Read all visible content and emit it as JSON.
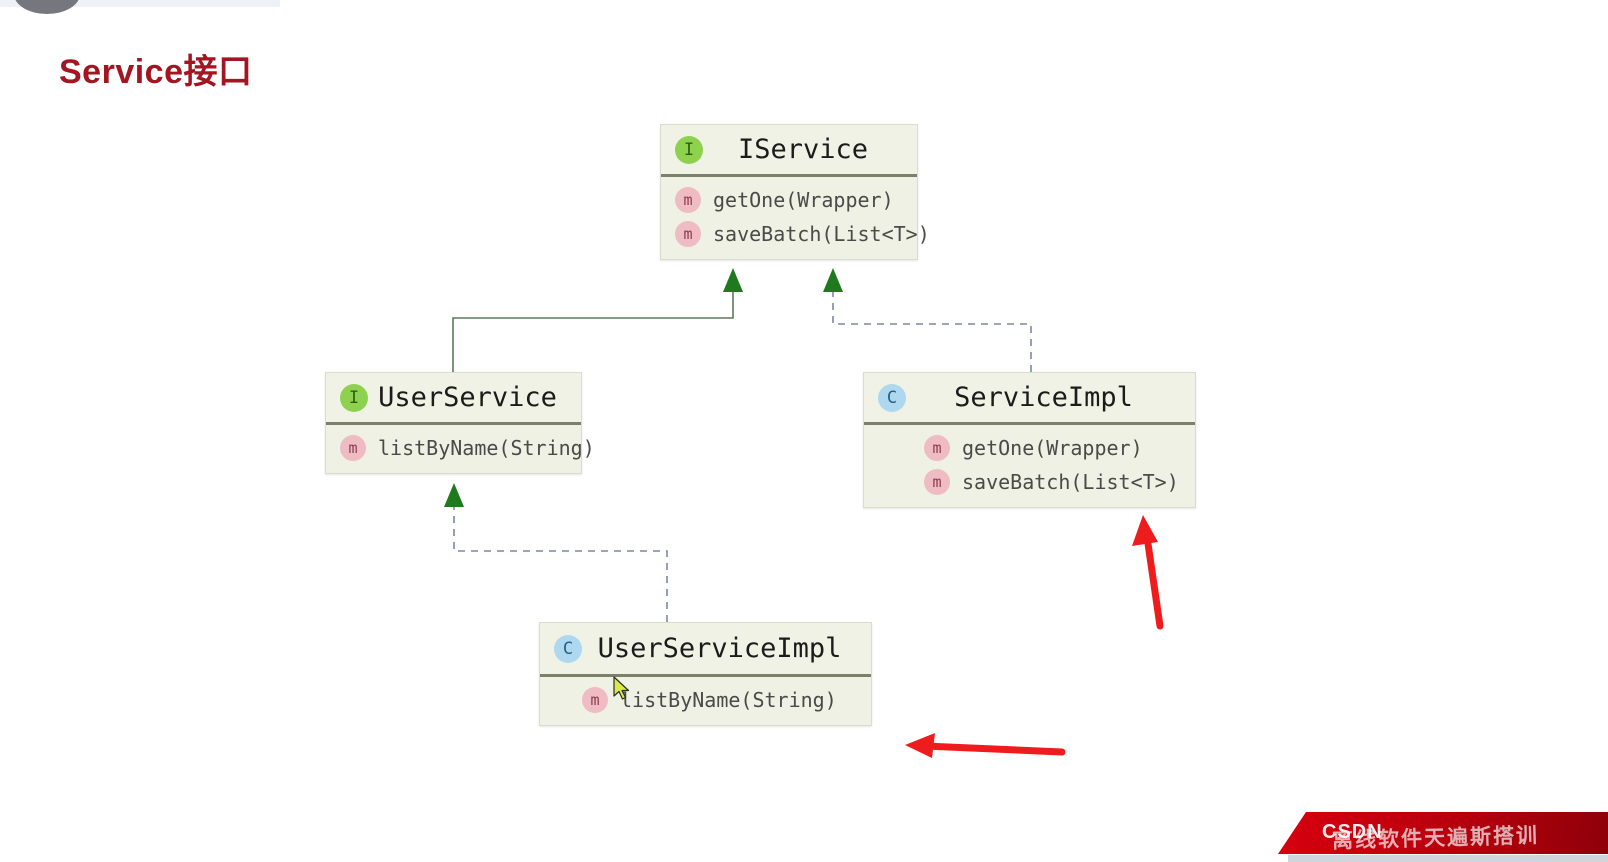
{
  "slide": {
    "title": "Service接口",
    "title_color": "#a31621",
    "background": "#ffffff"
  },
  "palette": {
    "box_fill": "#eef1e3",
    "box_border": "#d9ddcb",
    "header_divider": "#7d8069",
    "interface_badge": "#8ed14f",
    "class_badge": "#add8f0",
    "method_badge": "#efbcc3",
    "inherit_line": "#5c7a5c",
    "realize_line": "#7a8aa0",
    "arrow_head": "#1f7a1f",
    "annotation_arrow": "#ee1c1c"
  },
  "classes": [
    {
      "id": "iservice",
      "name": "IService",
      "stereotype": "interface",
      "badge": "I",
      "badge_icon": "interface-icon",
      "members": [
        {
          "badge": "m",
          "badge_icon": "method-icon",
          "label": "getOne(Wrapper)"
        },
        {
          "badge": "m",
          "badge_icon": "method-icon",
          "label": "saveBatch(List<T>)"
        }
      ]
    },
    {
      "id": "userservice",
      "name": "UserService",
      "stereotype": "interface",
      "badge": "I",
      "badge_icon": "interface-icon",
      "members": [
        {
          "badge": "m",
          "badge_icon": "method-icon",
          "label": "listByName(String)"
        }
      ]
    },
    {
      "id": "serviceimpl",
      "name": "ServiceImpl",
      "stereotype": "class",
      "badge": "C",
      "badge_icon": "class-icon",
      "members": [
        {
          "badge": "m",
          "badge_icon": "method-icon",
          "label": "getOne(Wrapper)"
        },
        {
          "badge": "m",
          "badge_icon": "method-icon",
          "label": "saveBatch(List<T>)"
        }
      ]
    },
    {
      "id": "userserviceimpl",
      "name": "UserServiceImpl",
      "stereotype": "class",
      "badge": "C",
      "badge_icon": "class-icon",
      "members": [
        {
          "badge": "m",
          "badge_icon": "method-icon",
          "label": "listByName(String)"
        }
      ]
    }
  ],
  "relations": [
    {
      "from": "UserService",
      "to": "IService",
      "type": "generalization",
      "style": "solid"
    },
    {
      "from": "ServiceImpl",
      "to": "IService",
      "type": "realization",
      "style": "dashed"
    },
    {
      "from": "UserServiceImpl",
      "to": "UserService",
      "type": "realization",
      "style": "dashed"
    }
  ],
  "annotations": [
    {
      "id": "arrow-to-serviceimpl",
      "color": "#ee1c1c",
      "points_to": "ServiceImpl"
    },
    {
      "id": "arrow-to-userserviceimpl",
      "color": "#ee1c1c",
      "points_to": "UserServiceImpl"
    }
  ],
  "watermark": {
    "brand": "CSDN",
    "text": "离线软件天遍斯搭训"
  }
}
